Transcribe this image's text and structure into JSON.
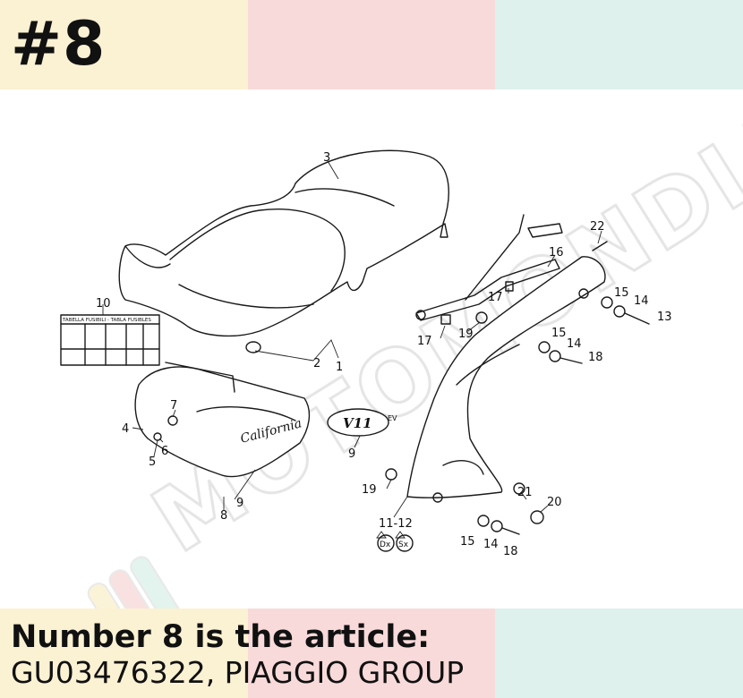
{
  "header": {
    "label": "#8"
  },
  "caption": {
    "line1": "Number 8 is the article:",
    "line2": "GU03476322, PIAGGIO GROUP"
  },
  "watermark": {
    "text": "MOTOMONDIA"
  },
  "colors": {
    "cream": "#fbf1d3",
    "pink": "#f9dada",
    "mint": "#dff1ec",
    "ink": "#111111"
  },
  "diagram": {
    "callouts": {
      "c1": "1",
      "c2": "2",
      "c3": "3",
      "c4": "4",
      "c5": "5",
      "c6": "6",
      "c7": "7",
      "c8": "8",
      "c9a": "9",
      "c9b": "9",
      "c10": "10",
      "c11_12": "11-12",
      "c13": "13",
      "c14a": "14",
      "c14b": "14",
      "c14c": "14",
      "c15a": "15",
      "c15b": "15",
      "c15c": "15",
      "c16": "16",
      "c17a": "17",
      "c17b": "17",
      "c18a": "18",
      "c18b": "18",
      "c19a": "19",
      "c19b": "19",
      "c20": "20",
      "c21": "21",
      "c22": "22"
    },
    "side_markers": {
      "dx": "Dx",
      "sx": "Sx"
    },
    "fuse_label": {
      "title": "TABELLA FUSIBILI - TABLA FUSIBLES"
    },
    "emblem": {
      "text": "V11",
      "suffix": "EV"
    },
    "cover_script": "California"
  }
}
